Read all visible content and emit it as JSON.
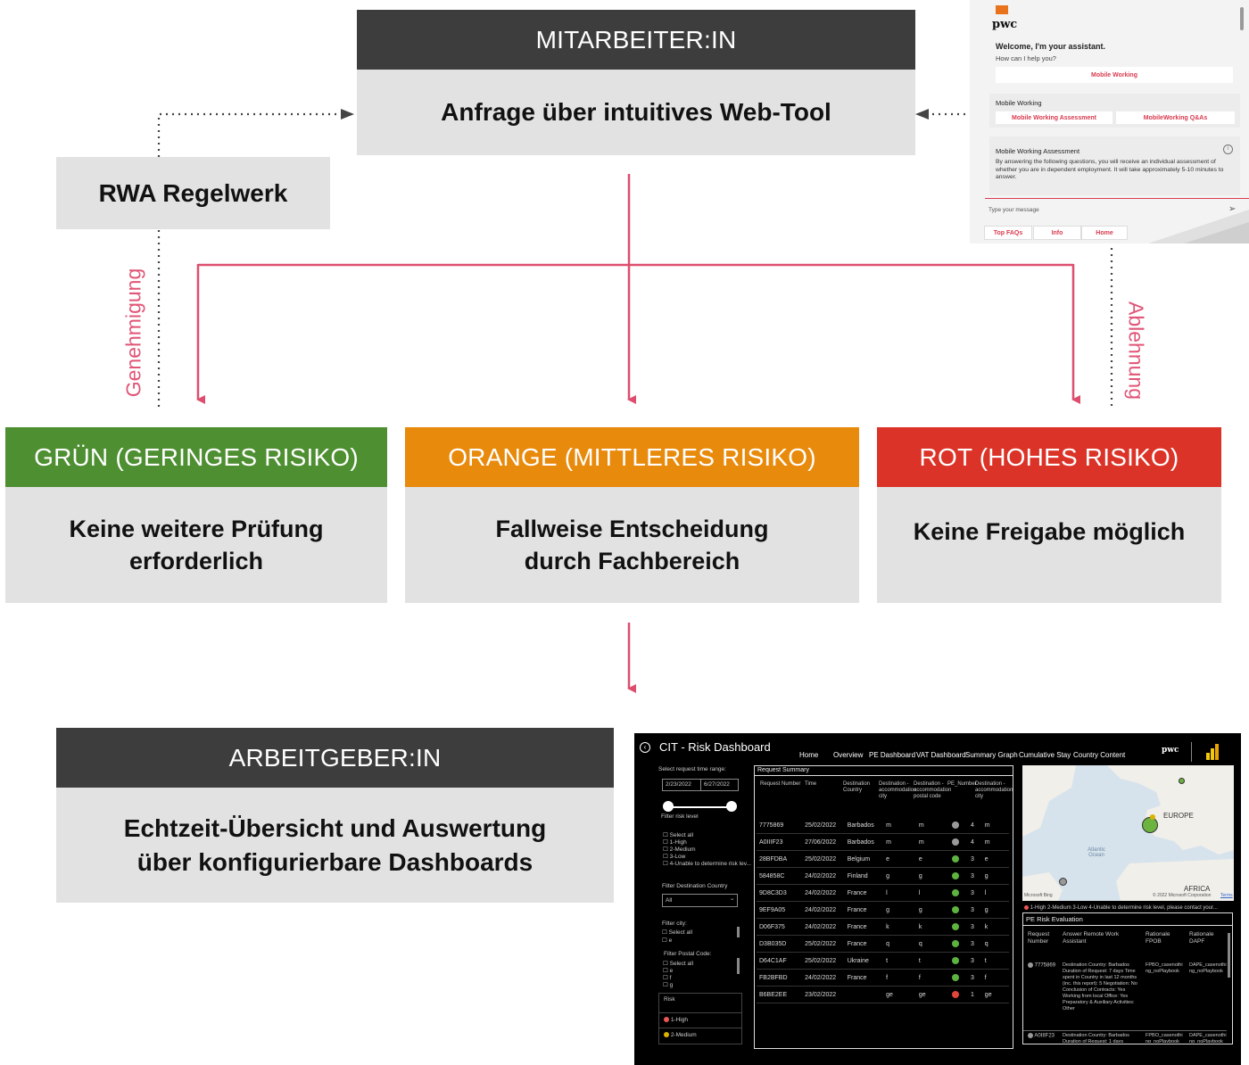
{
  "top_box": {
    "header": "MITARBEITER:IN",
    "body": "Anfrage über intuitives Web-Tool"
  },
  "rwa_box": {
    "label": "RWA Regelwerk"
  },
  "side_labels": {
    "left": "Genehmigung",
    "right": "Ablehnung"
  },
  "risk_boxes": [
    {
      "header": "GRÜN (GERINGES RISIKO)",
      "body_line1": "Keine weitere Prüfung",
      "body_line2": "erforderlich",
      "color": "#4e8f32"
    },
    {
      "header": "ORANGE (MITTLERES RISIKO)",
      "body_line1": "Fallweise Entscheidung",
      "body_line2": "durch Fachbereich",
      "color": "#e88a0c"
    },
    {
      "header": "ROT (HOHES RISIKO)",
      "body_line1": "Keine Freigabe möglich",
      "body_line2": "",
      "color": "#dc3328"
    }
  ],
  "employer_box": {
    "header": "ARBEITGEBER:IN",
    "body_line1": "Echtzeit-Übersicht und Auswertung",
    "body_line2": "über konfigurierbare Dashboards"
  },
  "colors": {
    "header_dark": "#3d3d3d",
    "body_gray": "#e2e2e2",
    "arrow": "#dd4e6e",
    "dotted": "#444444"
  },
  "chat_widget": {
    "logo": "pwc",
    "welcome": "Welcome, I'm your assistant.",
    "question": "How can I help you?",
    "main_button": "Mobile Working",
    "card2_title": "Mobile Working",
    "card2_btn1": "Mobile Working Assessment",
    "card2_btn2": "MobileWorking Q&As",
    "card3_title": "Mobile Working Assessment",
    "card3_text": "By answering the following questions, you will receive an individual assessment of whether you are in dependent employment. It will take approximately 5-10 minutes to answer.",
    "input_placeholder": "Type your message",
    "footer_tabs": [
      "Top FAQs",
      "Info",
      "Home"
    ]
  },
  "dashboard": {
    "title": "CIT - Risk Dashboard",
    "nav": [
      "Home",
      "Overview",
      "PE Dashboard",
      "VAT Dashboard",
      "Summary Graph",
      "Cumulative Stay",
      "Country Content"
    ],
    "brand": "pwc",
    "filters": {
      "time_range_label": "Select request time range:",
      "date_from": "2/23/2022",
      "date_to": "6/27/2022",
      "risk_level_label": "Filter risk level",
      "risk_options": [
        "Select all",
        "1-High",
        "2-Medium",
        "3-Low",
        "4-Unable to determine risk lev..."
      ],
      "country_label": "Filter Destination Country",
      "country_value": "All",
      "city_label": "Filter city:",
      "city_options": [
        "Select all",
        "e"
      ],
      "postal_label": "Filter Postal Code:",
      "postal_options": [
        "Select all",
        "e",
        "f",
        "g"
      ],
      "risk_list_label": "Risk",
      "risk_list": [
        "1-High",
        "2-Medium"
      ]
    },
    "summary": {
      "title": "Request Summary",
      "columns": [
        "Request Number",
        "Time",
        "Destination Country",
        "Destination - accommodation city",
        "Destination - accommodation postal code",
        "PE_Number",
        "Destination - accommodation city"
      ],
      "rows": [
        {
          "id": "7775869",
          "date": "25/02/2022",
          "country": "Barbados",
          "c1": "m",
          "c2": "m",
          "risk": "grey",
          "n": "4",
          "c3": "m"
        },
        {
          "id": "A0IIIF23",
          "date": "27/06/2022",
          "country": "Barbados",
          "c1": "m",
          "c2": "m",
          "risk": "grey",
          "n": "4",
          "c3": "m"
        },
        {
          "id": "28BFDBA",
          "date": "25/02/2022",
          "country": "Belgium",
          "c1": "e",
          "c2": "e",
          "risk": "green",
          "n": "3",
          "c3": "e"
        },
        {
          "id": "584858C",
          "date": "24/02/2022",
          "country": "Finland",
          "c1": "g",
          "c2": "g",
          "risk": "green",
          "n": "3",
          "c3": "g"
        },
        {
          "id": "9D8C3D3",
          "date": "24/02/2022",
          "country": "France",
          "c1": "l",
          "c2": "l",
          "risk": "green",
          "n": "3",
          "c3": "l"
        },
        {
          "id": "9EF9A05",
          "date": "24/02/2022",
          "country": "France",
          "c1": "g",
          "c2": "g",
          "risk": "green",
          "n": "3",
          "c3": "g"
        },
        {
          "id": "D06F375",
          "date": "24/02/2022",
          "country": "France",
          "c1": "k",
          "c2": "k",
          "risk": "green",
          "n": "3",
          "c3": "k"
        },
        {
          "id": "D3B035D",
          "date": "25/02/2022",
          "country": "France",
          "c1": "q",
          "c2": "q",
          "risk": "green",
          "n": "3",
          "c3": "q"
        },
        {
          "id": "D64C1AF",
          "date": "25/02/2022",
          "country": "Ukraine",
          "c1": "t",
          "c2": "t",
          "risk": "green",
          "n": "3",
          "c3": "t"
        },
        {
          "id": "FB2BFBD",
          "date": "24/02/2022",
          "country": "France",
          "c1": "f",
          "c2": "f",
          "risk": "green",
          "n": "3",
          "c3": "f"
        },
        {
          "id": "B6BE2EE",
          "date": "23/02/2022",
          "country": "",
          "c1": "ge",
          "c2": "ge",
          "risk": "red",
          "n": "1",
          "c3": "ge"
        }
      ]
    },
    "map": {
      "label_europe": "EUROPE",
      "label_ocean": "Atlantic Ocean",
      "label_africa": "AFRICA",
      "copyright": "© 2022 Microsoft Corporation",
      "terms": "Terms",
      "bing": "Microsoft Bing",
      "legend": "1-High  2-Medium  3-Low  4-Unable to determine risk level, please contact your..."
    },
    "evaluation": {
      "title": "PE Risk Evaluation",
      "columns": [
        "Request Number",
        "Answer Remote Work Assistant",
        "Rationale FPOB",
        "Rationale DAPF"
      ],
      "row1_id": "7775869",
      "row1_answer": "Destination Country: Barbados Duration of Request: 7 days Time spent in Country in last 12 months (inc. this report): 5 Negotiation: No Conclusion of Contracts: Yes Working from local Office: Yes Preparatory & Auxiliary Activities: Other",
      "row1_fpob": "FPBO_casenothing_noPlaybook",
      "row1_dapf": "DAPE_casenothing_noPlaybook",
      "row2_id": "A0IIIF23",
      "row2_answer": "Destination Country: Barbados Duration of Request: 1 days",
      "row2_fpob": "FPBO_casenothing_noPlaybook",
      "row2_dapf": "DAPE_casenothing_noPlaybook"
    }
  }
}
